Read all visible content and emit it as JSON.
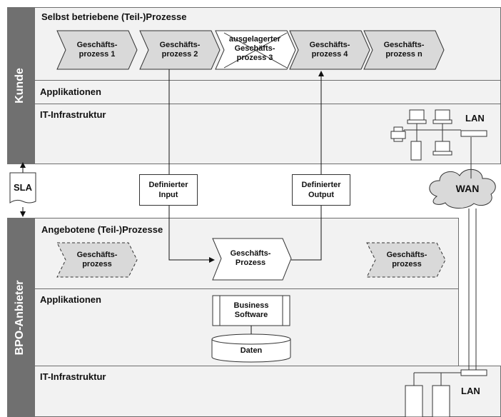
{
  "customer": {
    "sidebar_label": "Kunde",
    "processes_title": "Selbst betriebene (Teil-)Prozesse",
    "processes": [
      {
        "label": "Geschäfts-\nprozess 1",
        "style": "solid"
      },
      {
        "label": "Geschäfts-\nprozess 2",
        "style": "solid"
      },
      {
        "label": "ausgelagerter\nGeschäfts-\nprozess 3",
        "style": "crossed"
      },
      {
        "label": "Geschäfts-\nprozess 4",
        "style": "solid"
      },
      {
        "label": "Geschäfts-\nprozess n",
        "style": "solid"
      }
    ],
    "applications_title": "Applikationen",
    "infrastructure_title": "IT-Infrastruktur",
    "lan_label": "LAN"
  },
  "middle": {
    "sla_label": "SLA",
    "input_label": "Definierter\nInput",
    "output_label": "Definierter\nOutput",
    "wan_label": "WAN"
  },
  "provider": {
    "sidebar_label": "BPO-Anbieter",
    "processes_title": "Angebotene (Teil-)Prozesse",
    "process_left": "Geschäfts-\nprozess",
    "process_center": "Geschäfts-\nProzess",
    "process_right": "Geschäfts-\nprozess",
    "applications_title": "Applikationen",
    "business_software": "Business\nSoftware",
    "database": "Daten",
    "infrastructure_title": "IT-Infrastruktur",
    "lan_label": "LAN"
  },
  "colors": {
    "sidebar": "#707070",
    "band": "#f2f2f2",
    "chevron_fill": "#d9d9d9",
    "border": "#333333"
  }
}
